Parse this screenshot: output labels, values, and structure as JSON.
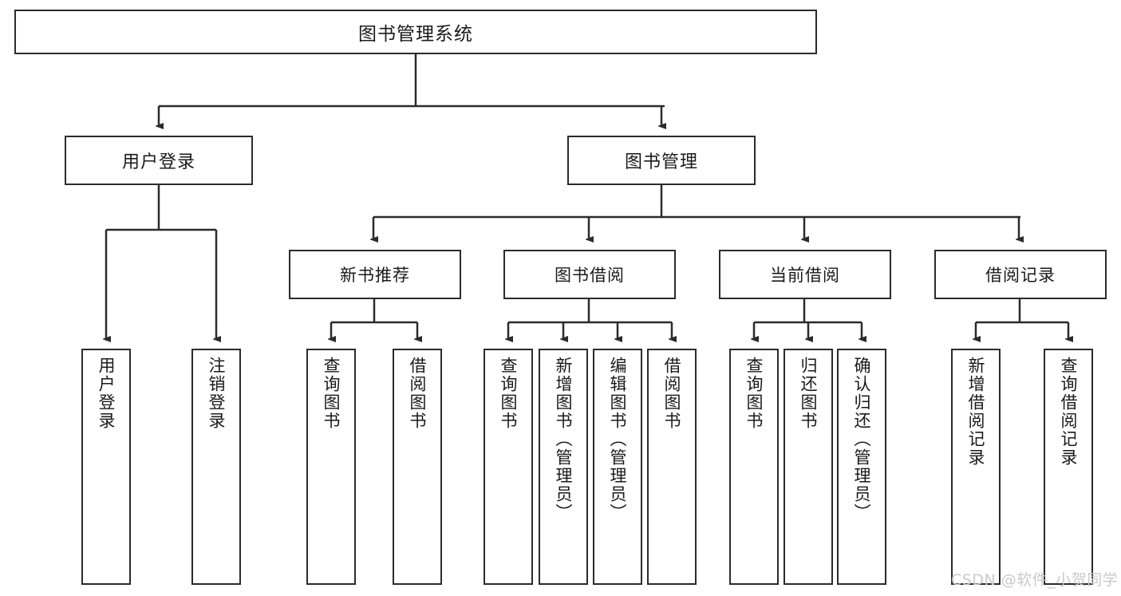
{
  "diagram": {
    "type": "tree",
    "title": "图书管理系统",
    "watermark": "CSDN @软件_小贺同学",
    "colors": {
      "box_border": "#2b2b2b",
      "box_fill": "#ffffff",
      "edge": "#2b2b2b",
      "text": "#1a1a1a",
      "watermark": "#c9c9c9"
    },
    "nodes": {
      "root": {
        "label": "图书管理系统"
      },
      "level2": [
        {
          "label": "用户登录"
        },
        {
          "label": "图书管理"
        }
      ],
      "level3": [
        {
          "label": "新书推荐"
        },
        {
          "label": "图书借阅"
        },
        {
          "label": "当前借阅"
        },
        {
          "label": "借阅记录"
        }
      ],
      "leaves": {
        "user_login": [
          {
            "label": "用户登录"
          },
          {
            "label": "注销登录"
          }
        ],
        "new_book": [
          {
            "label": "查询图书"
          },
          {
            "label": "借阅图书"
          }
        ],
        "book_borrow": [
          {
            "label": "查询图书"
          },
          {
            "label": "新增图书（管理员）"
          },
          {
            "label": "编辑图书（管理员）"
          },
          {
            "label": "借阅图书"
          }
        ],
        "current_borrow": [
          {
            "label": "查询图书"
          },
          {
            "label": "归还图书"
          },
          {
            "label": "确认归还（管理员）"
          }
        ],
        "borrow_record": [
          {
            "label": "新增借阅记录"
          },
          {
            "label": "查询借阅记录"
          }
        ]
      }
    }
  }
}
